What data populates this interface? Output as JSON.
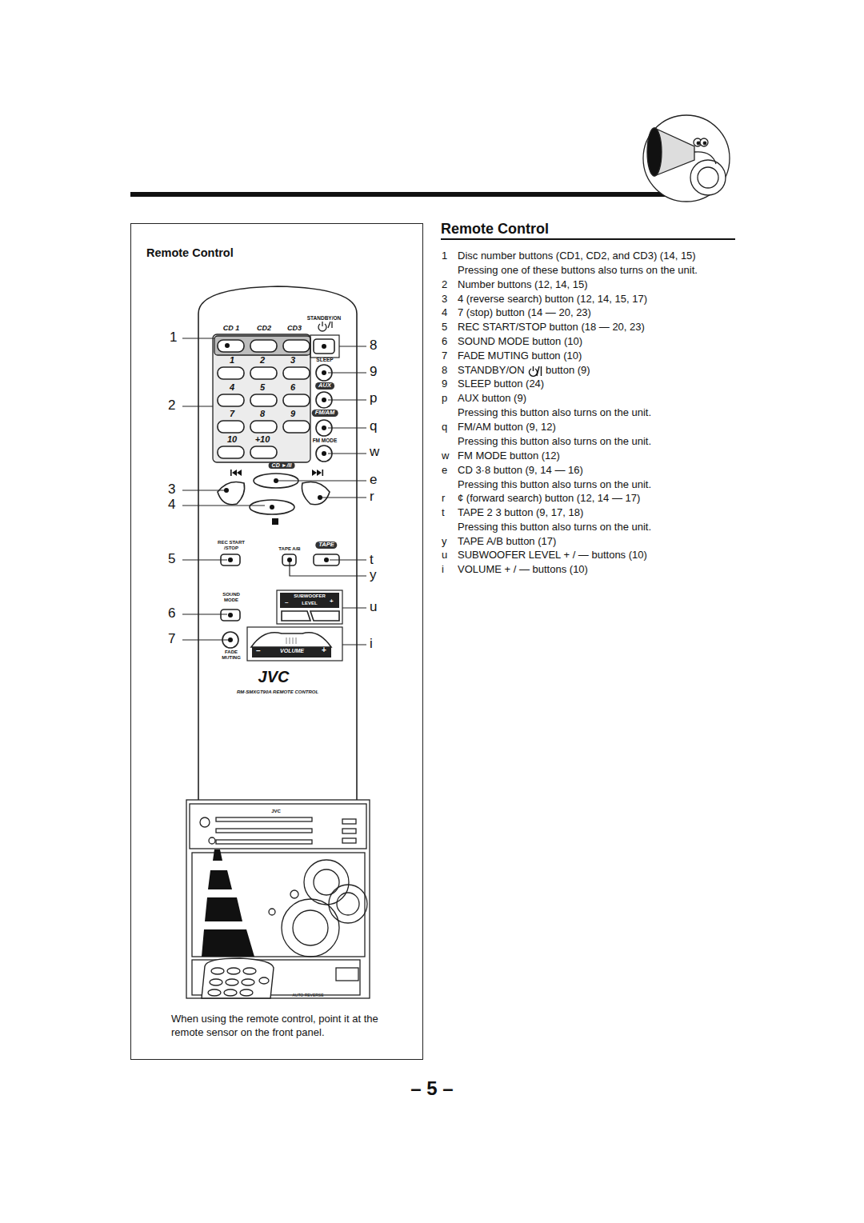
{
  "diagram": {
    "title": "Remote Control",
    "nodes": [
      {
        "text": [
          "Remote Control",
          "When using the remote control, point it at the remote sensor on the front panel."
        ]
      }
    ],
    "labels": [
      "1",
      "2",
      "3",
      "4",
      "5",
      "6",
      "7",
      "8",
      "9",
      "p",
      "q",
      "w",
      "e",
      "r",
      "t",
      "y",
      "u",
      "i",
      "STANDBY/ON",
      "CD 1",
      "CD2",
      "CD3",
      "1",
      "2",
      "3",
      "4",
      "5",
      "6",
      "7",
      "8",
      "9",
      "10",
      "+10",
      "SLEEP",
      "AUX",
      "FM/AM",
      "FM MODE",
      "CD ►/II",
      "REC START /STOP",
      "TAPE A/B",
      "TAPE",
      "SOUND MODE",
      "SUBWOOFER",
      "–",
      "LEVEL",
      "+",
      "FADE MUTING",
      "–",
      "VOLUME",
      "+",
      "JVC",
      "RM-SMXGT90A REMOTE CONTROL",
      "JVC",
      "1",
      "Disc number buttons (CD1, CD2, and CD3) (14, 15)",
      "Pressing one of these buttons also turns on the unit.",
      "2",
      "Number buttons (12, 14, 15)",
      "3",
      "4  (reverse search) button (12, 14, 15, 17)",
      "4",
      "7  (stop) button (14 — 20, 23)",
      "5",
      "REC START/STOP button (18 — 20, 23)",
      "6",
      "SOUND MODE button (10)",
      "7",
      "FADE MUTING button (10)",
      "8",
      "STANDBY/ON",
      "button (9)",
      "9",
      "SLEEP button (24)",
      "p",
      "AUX button (9)",
      "Pressing this button also turns on the unit.",
      "q",
      "FM/AM button (9, 12)",
      "Pressing this button also turns on the unit.",
      "w",
      "FM MODE button (12)",
      "e",
      "CD 3·8  button (9, 14 — 16)",
      "Pressing this button also turns on the unit.",
      "r",
      "¢  (forward search) button (12, 14 — 17)",
      "t",
      "TAPE 2  3  button (9, 17, 18)",
      "Pressing this button also turns on the unit.",
      "y",
      "TAPE A/B button (17)",
      "u",
      "SUBWOOFER LEVEL + / — buttons (10)",
      "i",
      "VOLUME + / — buttons (10)",
      "– 5 –",
      "AUTO REVERSE"
    ]
  }
}
